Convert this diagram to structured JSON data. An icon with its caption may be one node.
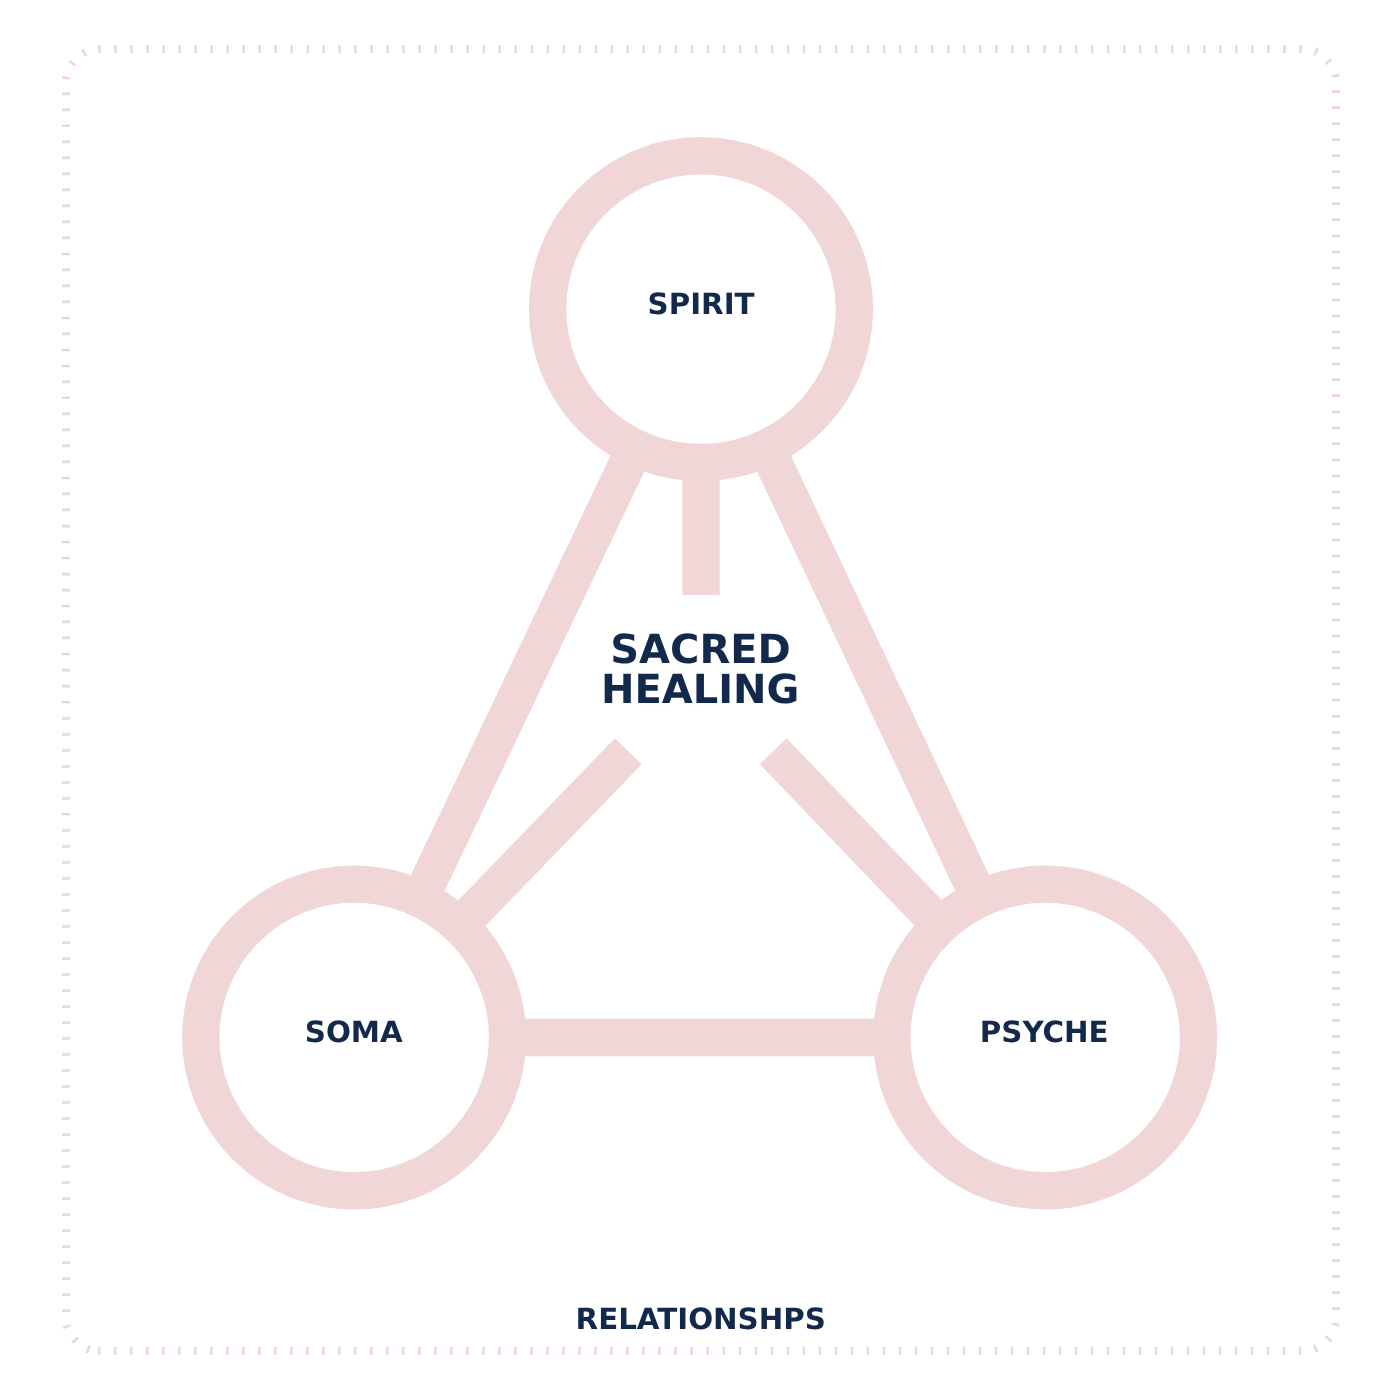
{
  "diagram": {
    "nodes": [
      {
        "text": [
          "RELATIONSHPS"
        ]
      },
      {
        "text": [
          "SPIRIT"
        ],
        "in": 0
      },
      {
        "text": [
          "SACRED HEALING"
        ],
        "in": 0
      },
      {
        "text": [
          "SOMA"
        ],
        "in": 0
      },
      {
        "text": [
          "PSYCHE"
        ],
        "in": 0
      }
    ],
    "edges": [
      {
        "from": 1,
        "to": 3,
        "arrow": "none"
      },
      {
        "from": 1,
        "to": 4,
        "arrow": "none"
      },
      {
        "from": 3,
        "to": 4,
        "arrow": "none"
      },
      {
        "from": 1,
        "to": 2,
        "arrow": "none"
      },
      {
        "from": 2,
        "to": 3,
        "arrow": "none"
      },
      {
        "from": 2,
        "to": 4,
        "arrow": "none"
      }
    ]
  }
}
